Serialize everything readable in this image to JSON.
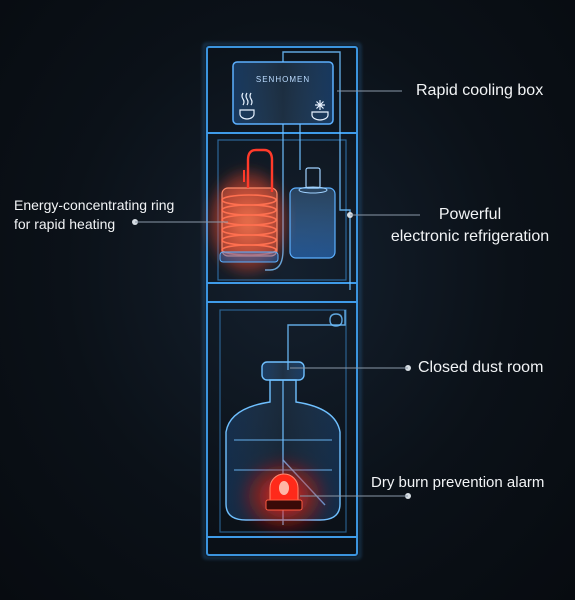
{
  "diagram": {
    "brand_text": "SENHOMEN",
    "callouts": [
      {
        "id": "cooling-box",
        "text": "Rapid cooling box"
      },
      {
        "id": "heating-ring",
        "lines": [
          "Energy-concentrating ring",
          "for rapid heating"
        ]
      },
      {
        "id": "refrigeration",
        "lines": [
          "Powerful",
          "electronic refrigeration"
        ]
      },
      {
        "id": "dust-room",
        "text": "Closed dust room"
      },
      {
        "id": "alarm",
        "text": "Dry burn prevention alarm"
      }
    ],
    "icons": [
      "hot-water-icon",
      "cold-water-icon",
      "alarm-beacon-icon",
      "water-bottle-icon"
    ],
    "colors": {
      "frame": "#3f9be8",
      "frame_glow": "#1e6fd0",
      "heater": "#ff5a3a",
      "alarm": "#ff2a1a",
      "background": "#0b1118"
    }
  }
}
